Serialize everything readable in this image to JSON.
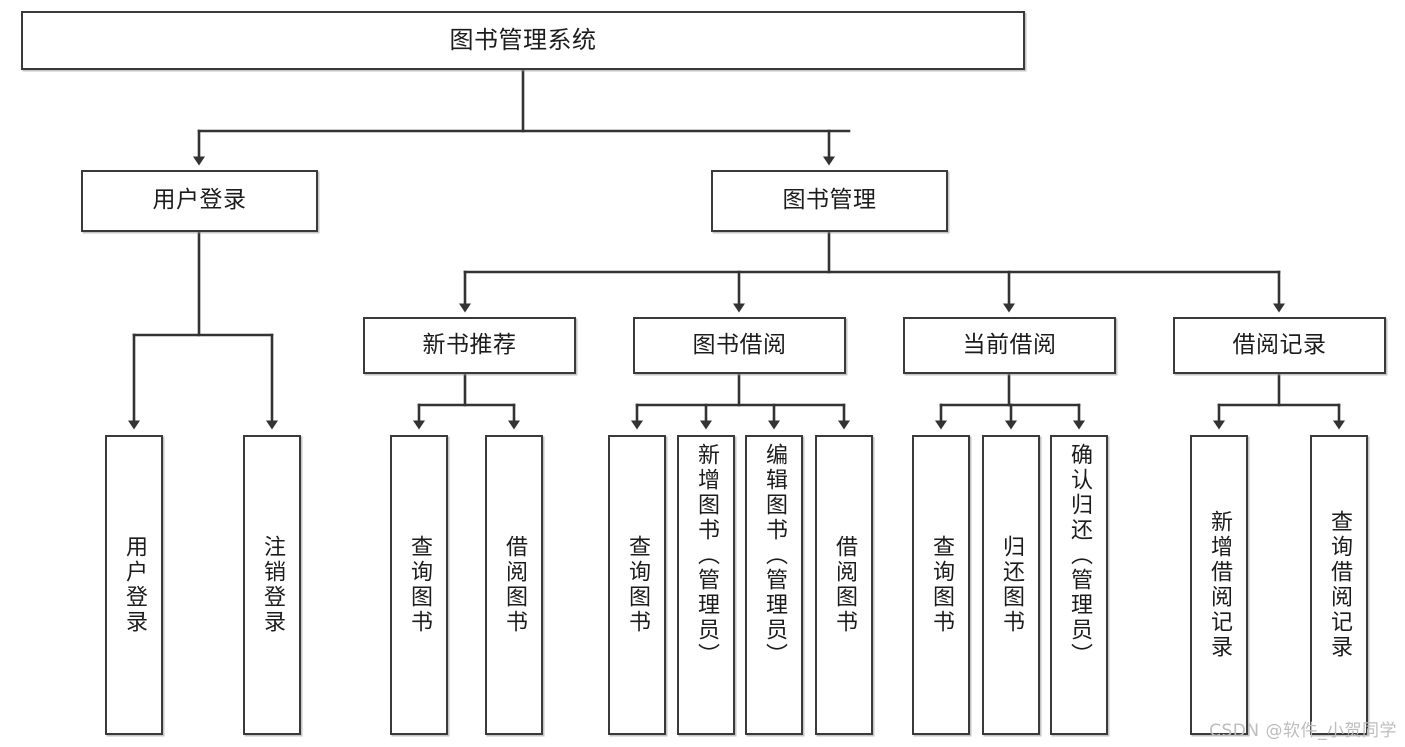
{
  "diagram": {
    "type": "tree-hierarchy",
    "title": "图书管理系统",
    "orientation": "top-down",
    "edge_style": "orthogonal-arrow",
    "colors": {
      "box_border": "#3a3a3a",
      "box_fill": "#ffffff",
      "connector": "#333333",
      "text": "#1c1c1c",
      "watermark": "#bdbdbd",
      "background": "#ffffff"
    },
    "root": {
      "label": "图书管理系统"
    },
    "level1": [
      {
        "label": "用户登录"
      },
      {
        "label": "图书管理"
      }
    ],
    "level2": [
      {
        "label": "新书推荐"
      },
      {
        "label": "图书借阅"
      },
      {
        "label": "当前借阅"
      },
      {
        "label": "借阅记录"
      }
    ],
    "leaves": {
      "user_login": [
        {
          "label": "用户登录"
        },
        {
          "label": "注销登录"
        }
      ],
      "new_book_recommend": [
        {
          "label": "查询图书"
        },
        {
          "label": "借阅图书"
        }
      ],
      "book_borrow": [
        {
          "label": "查询图书"
        },
        {
          "label": "新增图书（管理员）"
        },
        {
          "label": "编辑图书（管理员）"
        },
        {
          "label": "借阅图书"
        }
      ],
      "current_borrow": [
        {
          "label": "查询图书"
        },
        {
          "label": "归还图书"
        },
        {
          "label": "确认归还（管理员）"
        }
      ],
      "borrow_record": [
        {
          "label": "新增借阅记录"
        },
        {
          "label": "查询借阅记录"
        }
      ]
    }
  },
  "watermark": {
    "text": "CSDN @软件_小贺同学"
  }
}
